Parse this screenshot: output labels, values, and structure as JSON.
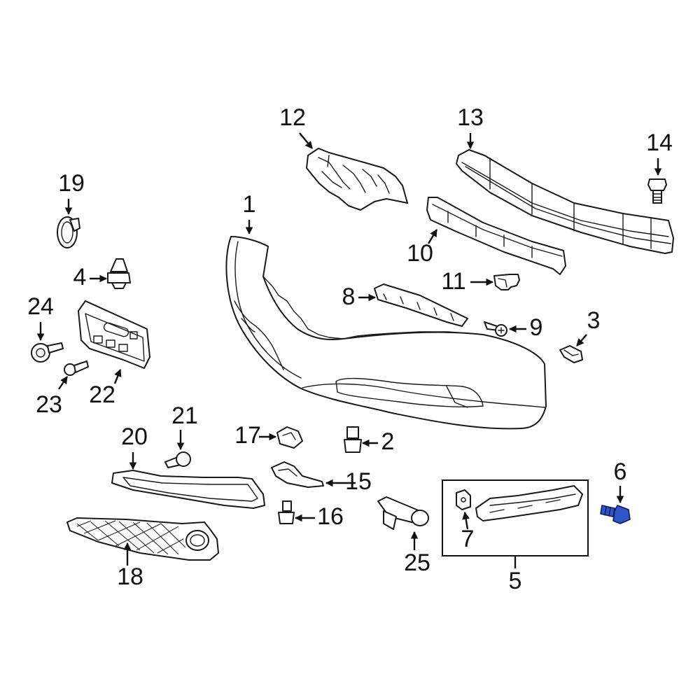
{
  "diagram": {
    "highlight_color": "#2f56c8",
    "callouts": {
      "c1": "1",
      "c2": "2",
      "c3": "3",
      "c4": "4",
      "c5": "5",
      "c6": "6",
      "c7": "7",
      "c8": "8",
      "c9": "9",
      "c10": "10",
      "c11": "11",
      "c12": "12",
      "c13": "13",
      "c14": "14",
      "c15": "15",
      "c16": "16",
      "c17": "17",
      "c18": "18",
      "c19": "19",
      "c20": "20",
      "c21": "21",
      "c22": "22",
      "c23": "23",
      "c24": "24",
      "c25": "25"
    }
  }
}
